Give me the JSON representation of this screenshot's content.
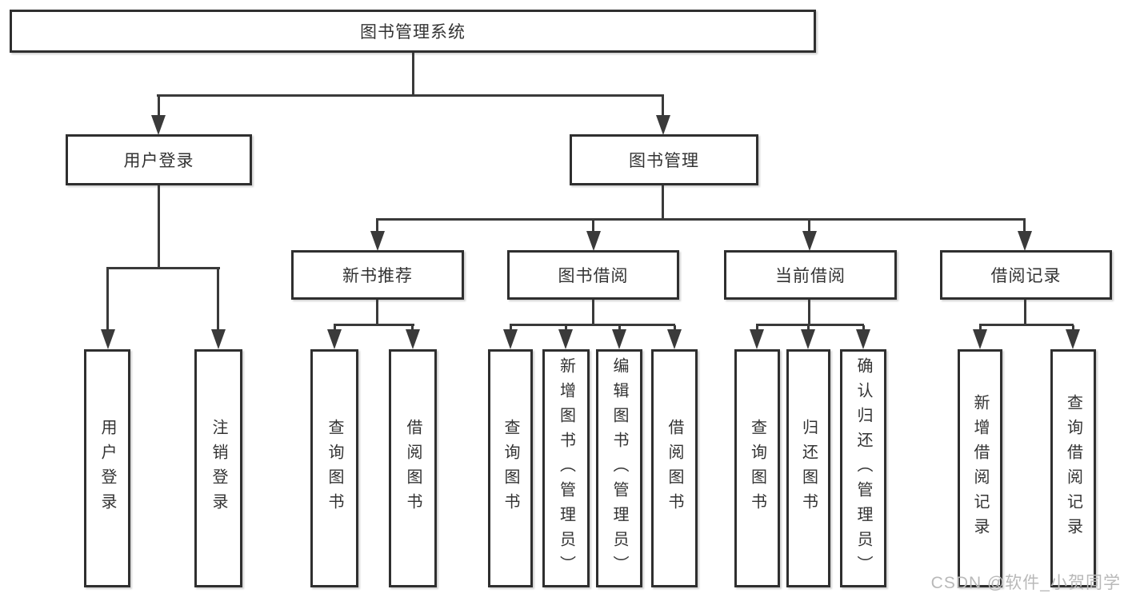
{
  "diagram_title": "图书管理系统",
  "tree": {
    "label": "图书管理系统",
    "children": [
      {
        "label": "用户登录",
        "children": [
          {
            "label": "用户登录"
          },
          {
            "label": "注销登录"
          }
        ]
      },
      {
        "label": "图书管理",
        "children": [
          {
            "label": "新书推荐",
            "children": [
              {
                "label": "查询图书"
              },
              {
                "label": "借阅图书"
              }
            ]
          },
          {
            "label": "图书借阅",
            "children": [
              {
                "label": "查询图书"
              },
              {
                "label": "新增图书（管理员）"
              },
              {
                "label": "编辑图书（管理员）"
              },
              {
                "label": "借阅图书"
              }
            ]
          },
          {
            "label": "当前借阅",
            "children": [
              {
                "label": "查询图书"
              },
              {
                "label": "归还图书"
              },
              {
                "label": "确认归还（管理员）"
              }
            ]
          },
          {
            "label": "借阅记录",
            "children": [
              {
                "label": "新增借阅记录"
              },
              {
                "label": "查询借阅记录"
              }
            ]
          }
        ]
      }
    ]
  },
  "watermark": {
    "text": "CSDN @软件_小贺同学"
  },
  "colors": {
    "background": "#ffffff",
    "box_border": "#2f2f2f",
    "line": "#3a3a3a",
    "text": "#333333",
    "watermark": "#b9b9b9"
  }
}
